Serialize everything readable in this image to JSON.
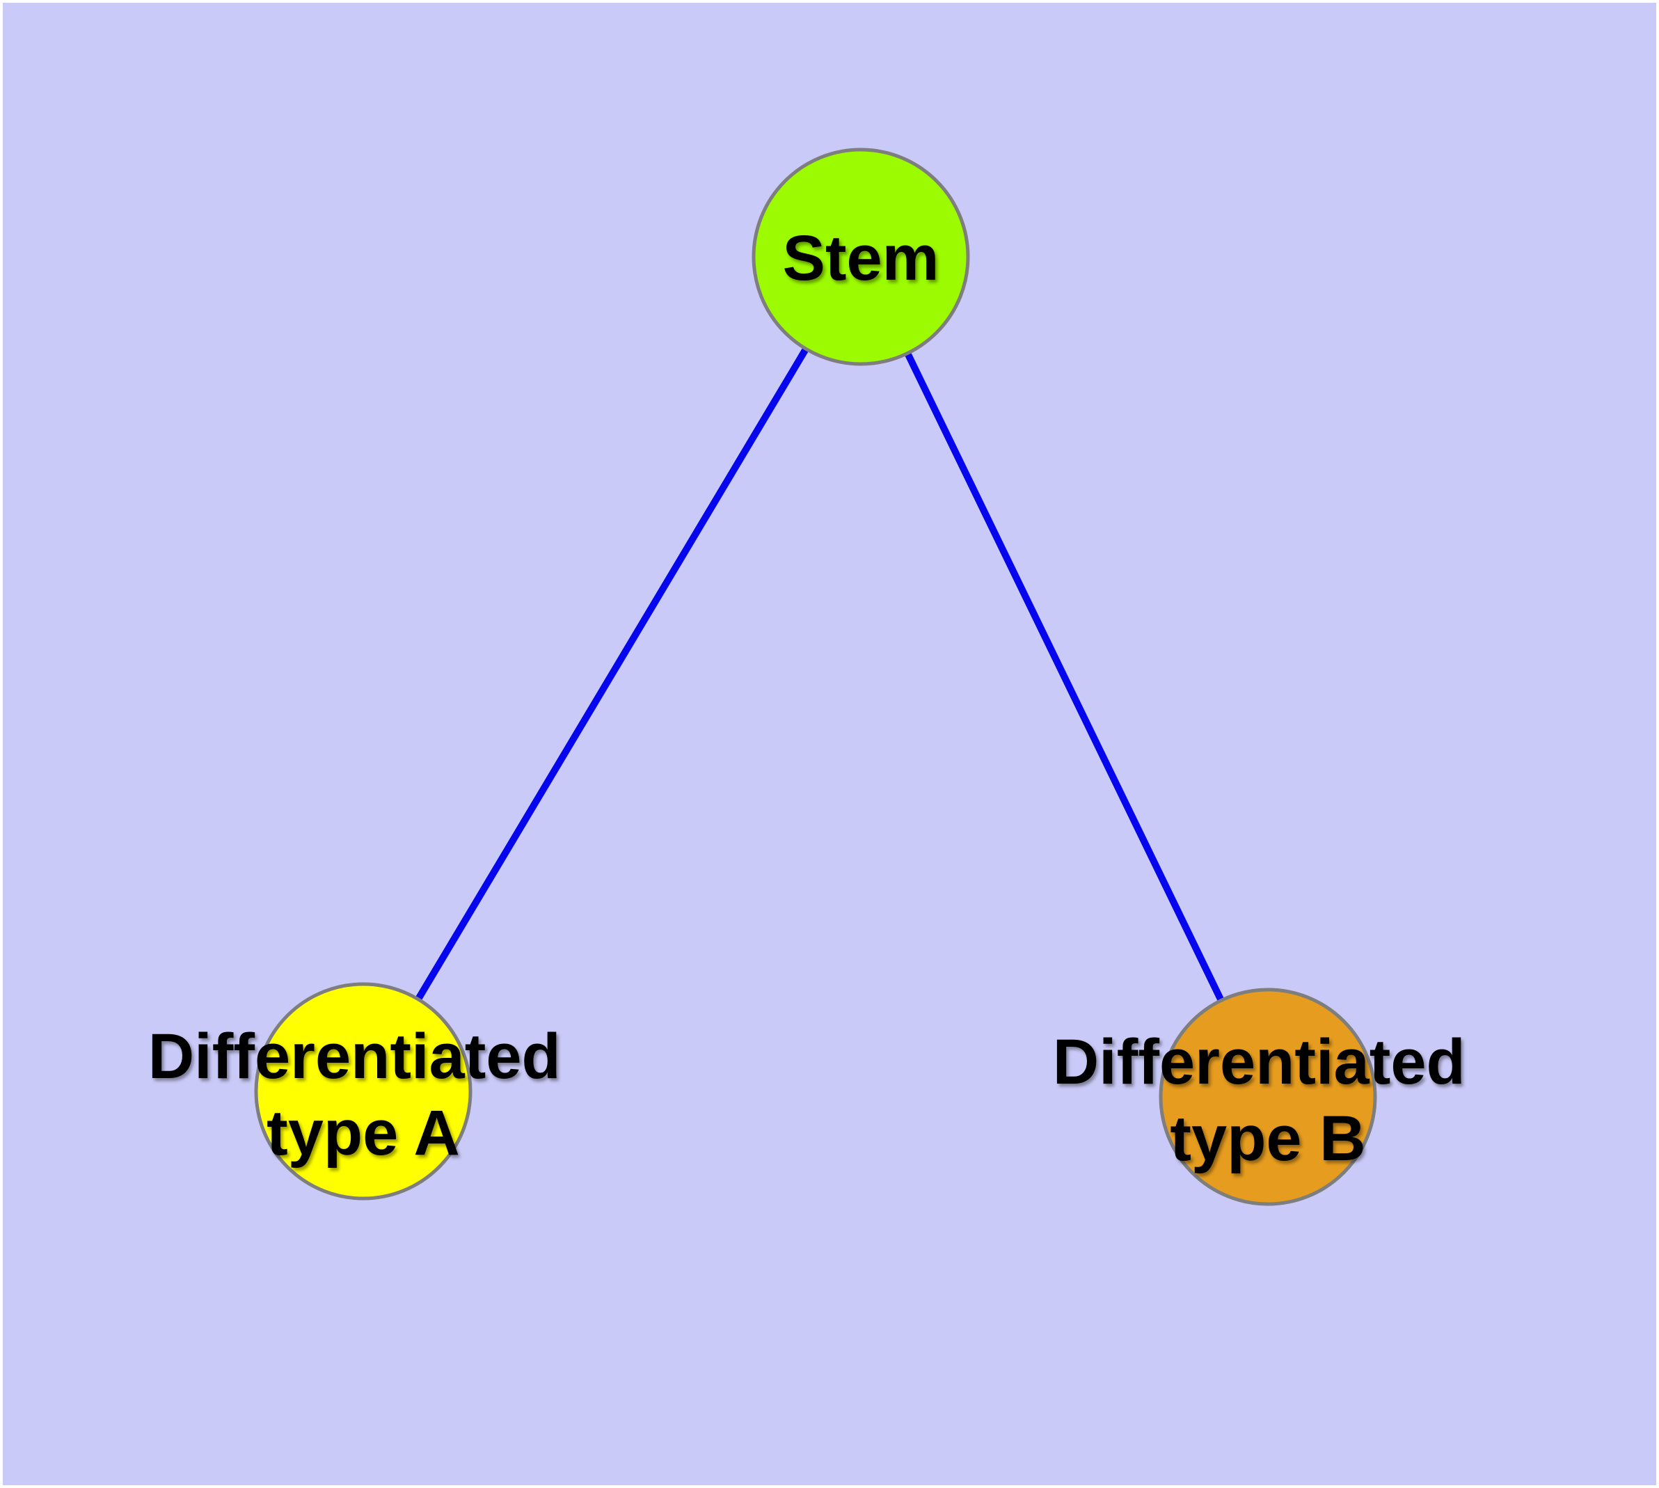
{
  "figure": {
    "type": "graph-diagram",
    "background_color": "#CACAF8",
    "frame_color": "#FFFFFF",
    "edge_color": "#0505EE",
    "node_stroke_color": "#7E7E7E",
    "label_color": "#000000",
    "nodes": [
      {
        "id": "stem",
        "label": "Stem",
        "fill": "#9CFB00"
      },
      {
        "id": "type-a",
        "label": "Differentiated type A",
        "line1": "Differentiated",
        "line2": "type A",
        "fill": "#FFFF00"
      },
      {
        "id": "type-b",
        "label": "Differentiated type B",
        "line1": "Differentiated",
        "line2": "type B",
        "fill": "#E69C1E"
      }
    ],
    "edges": [
      {
        "from": "Stem",
        "to": "Differentiated type A"
      },
      {
        "from": "Stem",
        "to": "Differentiated type B"
      }
    ]
  }
}
